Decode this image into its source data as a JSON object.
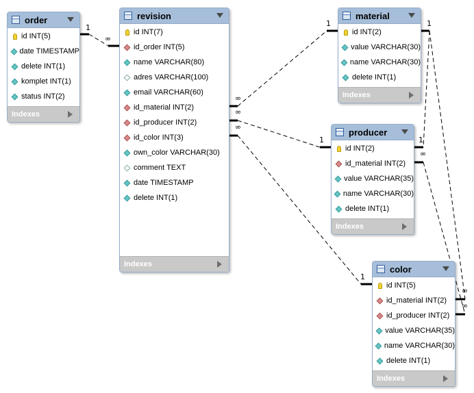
{
  "tables": {
    "order": {
      "name": "order",
      "columns": [
        {
          "text": "id INT(5)",
          "icon": "key-icon"
        },
        {
          "text": "date TIMESTAMP",
          "icon": "not-null-diamond-icon"
        },
        {
          "text": "delete INT(1)",
          "icon": "not-null-diamond-icon"
        },
        {
          "text": "komplet INT(1)",
          "icon": "not-null-diamond-icon"
        },
        {
          "text": "status INT(2)",
          "icon": "not-null-diamond-icon"
        }
      ],
      "indexes_label": "Indexes"
    },
    "revision": {
      "name": "revision",
      "columns": [
        {
          "text": "id INT(7)",
          "icon": "key-icon"
        },
        {
          "text": "id_order INT(5)",
          "icon": "foreign-key-diamond-icon"
        },
        {
          "text": "name VARCHAR(80)",
          "icon": "not-null-diamond-icon"
        },
        {
          "text": "adres VARCHAR(100)",
          "icon": "nullable-diamond-icon"
        },
        {
          "text": "email VARCHAR(60)",
          "icon": "not-null-diamond-icon"
        },
        {
          "text": "id_material INT(2)",
          "icon": "foreign-key-diamond-icon"
        },
        {
          "text": "id_producer INT(2)",
          "icon": "foreign-key-diamond-icon"
        },
        {
          "text": "id_color INT(3)",
          "icon": "foreign-key-diamond-icon"
        },
        {
          "text": "own_color VARCHAR(30)",
          "icon": "not-null-diamond-icon"
        },
        {
          "text": "comment TEXT",
          "icon": "nullable-diamond-icon"
        },
        {
          "text": "date TIMESTAMP",
          "icon": "not-null-diamond-icon"
        },
        {
          "text": "delete INT(1)",
          "icon": "not-null-diamond-icon"
        }
      ],
      "indexes_label": "Indexes"
    },
    "material": {
      "name": "material",
      "columns": [
        {
          "text": "id INT(2)",
          "icon": "key-icon"
        },
        {
          "text": "value VARCHAR(30)",
          "icon": "not-null-diamond-icon"
        },
        {
          "text": "name VARCHAR(30)",
          "icon": "not-null-diamond-icon"
        },
        {
          "text": "delete INT(1)",
          "icon": "not-null-diamond-icon"
        }
      ],
      "indexes_label": "Indexes"
    },
    "producer": {
      "name": "producer",
      "columns": [
        {
          "text": "id INT(2)",
          "icon": "key-icon"
        },
        {
          "text": "id_material INT(2)",
          "icon": "foreign-key-diamond-icon"
        },
        {
          "text": "value VARCHAR(35)",
          "icon": "not-null-diamond-icon"
        },
        {
          "text": "name VARCHAR(30)",
          "icon": "not-null-diamond-icon"
        },
        {
          "text": "delete INT(1)",
          "icon": "not-null-diamond-icon"
        }
      ],
      "indexes_label": "Indexes"
    },
    "color": {
      "name": "color",
      "columns": [
        {
          "text": "id INT(5)",
          "icon": "key-icon"
        },
        {
          "text": "id_material INT(2)",
          "icon": "foreign-key-diamond-icon"
        },
        {
          "text": "id_producer INT(2)",
          "icon": "foreign-key-diamond-icon"
        },
        {
          "text": "value VARCHAR(35)",
          "icon": "not-null-diamond-icon"
        },
        {
          "text": "name VARCHAR(30)",
          "icon": "not-null-diamond-icon"
        },
        {
          "text": "delete INT(1)",
          "icon": "not-null-diamond-icon"
        }
      ],
      "indexes_label": "Indexes"
    }
  },
  "relationships": [
    {
      "from": "order",
      "to": "revision",
      "one_label": "1",
      "many_label": "∞"
    },
    {
      "from": "material",
      "to": "revision",
      "one_label": "1",
      "many_label": "∞"
    },
    {
      "from": "producer",
      "to": "revision",
      "one_label": "1",
      "many_label": "∞"
    },
    {
      "from": "color",
      "to": "revision",
      "one_label": "1",
      "many_label": "∞"
    },
    {
      "from": "material",
      "to": "producer",
      "one_label": "1",
      "many_label": "∞"
    },
    {
      "from": "material",
      "to": "color",
      "one_label": "1",
      "many_label": "∞"
    },
    {
      "from": "producer",
      "to": "color",
      "one_label": "1",
      "many_label": "∞"
    }
  ]
}
